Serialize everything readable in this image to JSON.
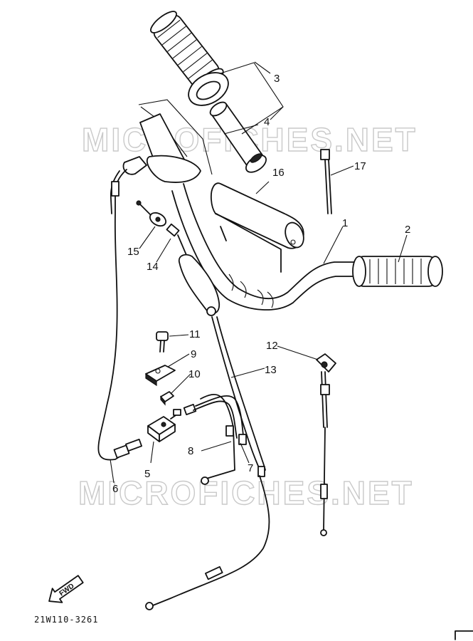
{
  "watermark": "MICROFICHES.NET",
  "part_code": "21W110-3261",
  "direction_label": "FWD",
  "callouts": {
    "c1": "1",
    "c2": "2",
    "c3": "3",
    "c4": "4",
    "c5": "5",
    "c6": "6",
    "c7": "7",
    "c8": "8",
    "c9": "9",
    "c10": "10",
    "c11": "11",
    "c12": "12",
    "c13": "13",
    "c14": "14",
    "c15": "15",
    "c16": "16",
    "c17": "17"
  }
}
